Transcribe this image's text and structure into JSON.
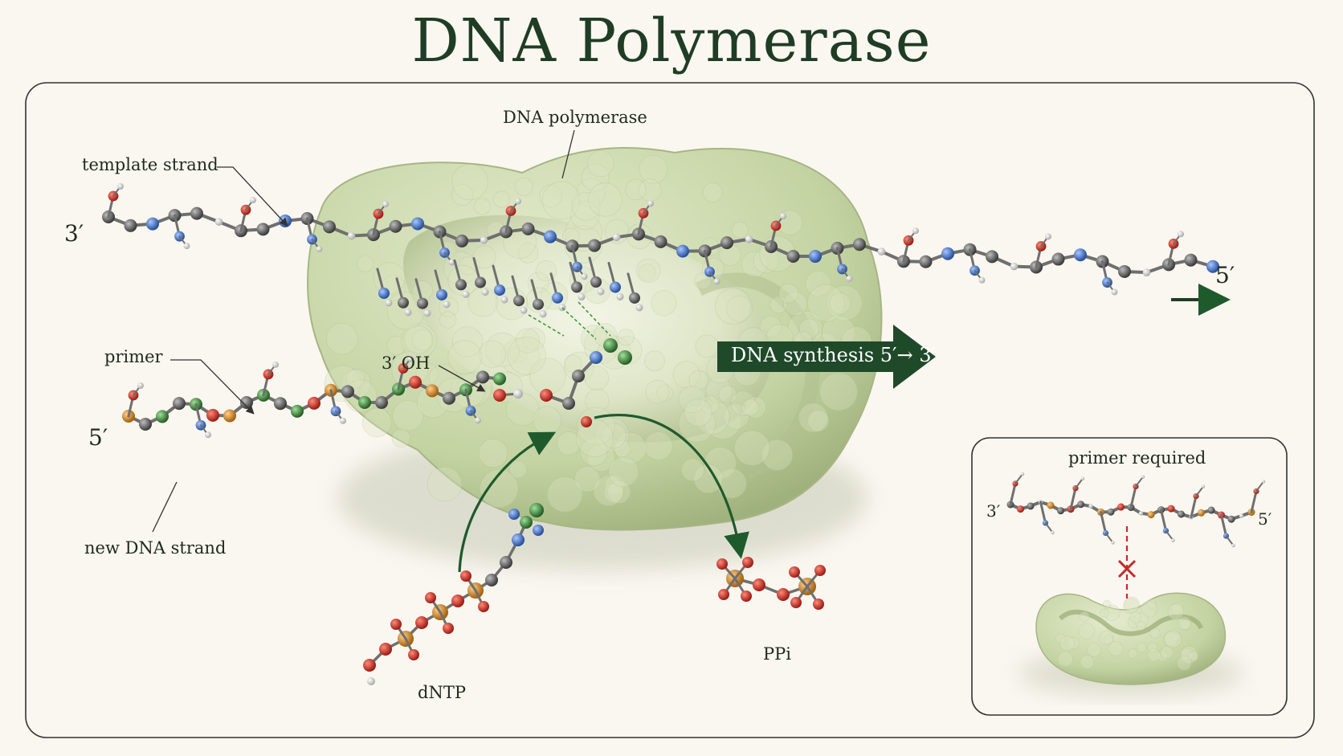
{
  "title": "DNA Polymerase",
  "labels": {
    "enzyme": "DNA  polymerase",
    "template_strand": "template strand",
    "primer": "primer",
    "new_strand": "new DNA strand",
    "oh": "3′ OH",
    "dntp": "dNTP",
    "ppi": "PPi",
    "synthesis": "DNA synthesis  5′→ 3′",
    "template_3": "3′",
    "template_5": "5′",
    "primer_5": "5′"
  },
  "inset": {
    "title": "primer required",
    "left_end": "3′",
    "right_end": "5′"
  },
  "colors": {
    "title": "#1f3d25",
    "enzyme": "#c9d6aa",
    "synthesis_arrow": "#1f4a2a",
    "carbon": "#555555",
    "oxygen": "#c8251c",
    "nitrogen": "#3b6fc4",
    "phosphorus": "#d68a1f",
    "hydrogen": "#e8e8e8",
    "primer_carbon": "#3f7d3b",
    "block_mark": "#c42b2b"
  }
}
